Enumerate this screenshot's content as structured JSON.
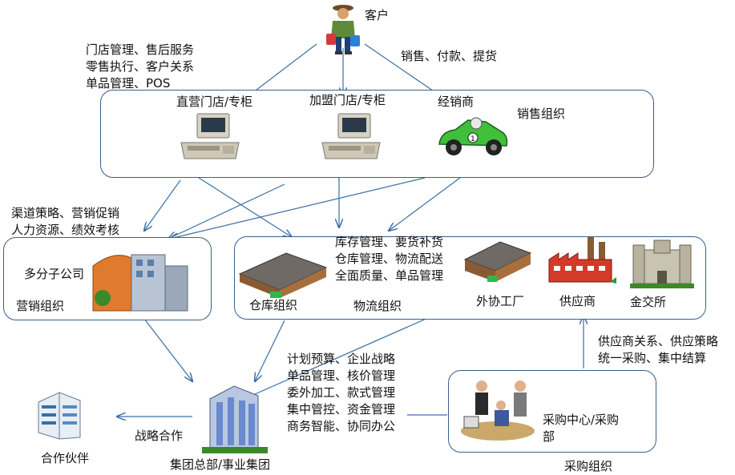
{
  "customer": {
    "label": "客户"
  },
  "store_labels": {
    "l1": "门店管理、售后服务",
    "l2": "零售执行、客户关系",
    "l3": "单品管理、POS"
  },
  "customer_flow": {
    "label": "销售、付款、提货"
  },
  "sales_org": {
    "title": "销售组织",
    "direct_store": "直营门店/专柜",
    "franchise_store": "加盟门店/专柜",
    "distributor": "经销商"
  },
  "marketing_labels": {
    "l1": "渠道策略、营销促销",
    "l2": "人力资源、绩效考核"
  },
  "marketing_org": {
    "title": "营销组织",
    "subsidiary": "多分子公司"
  },
  "logistics_labels": {
    "l1": "库存管理、要货补货",
    "l2": "仓库管理、物流配送",
    "l3": "全面质量、单品管理"
  },
  "logistics_org": {
    "title": "物流组织",
    "warehouse": "仓库组织",
    "outsourcing": "外协工厂",
    "supplier": "供应商",
    "exchange": "金交所"
  },
  "supplier_labels": {
    "l1": "供应商关系、供应策略",
    "l2": "统一采购、集中结算"
  },
  "hq_labels": {
    "l1": "计划预算、企业战略",
    "l2": "单品管理、核价管理",
    "l3": "委外加工、款式管理",
    "l4": "集中管控、资金管理",
    "l5": "商务智能、协同办公"
  },
  "hq": {
    "label": "集团总部/事业集团"
  },
  "strategy": {
    "label": "战略合作"
  },
  "partner": {
    "label": "合作伙伴"
  },
  "purchasing_org": {
    "title": "采购组织",
    "center_l1": "采购中心/采购",
    "center_l2": "部"
  },
  "colors": {
    "border": "#3a5f8a",
    "arrow": "#3a6ea5"
  }
}
